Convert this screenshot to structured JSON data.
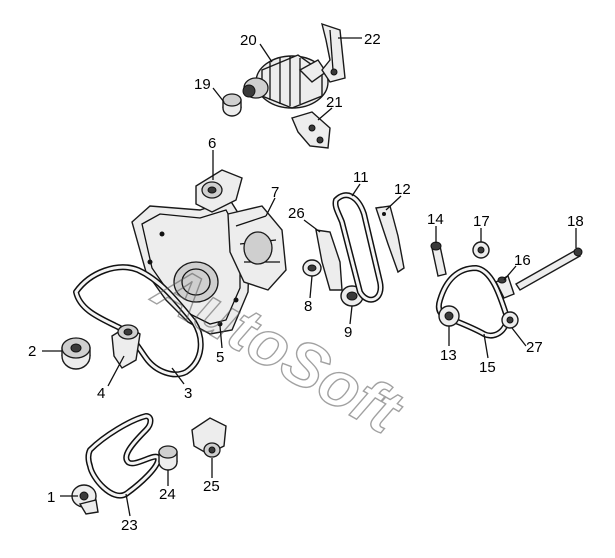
{
  "diagram": {
    "watermark_text": "AutoSoft",
    "callouts": [
      {
        "id": "c1",
        "label": "1"
      },
      {
        "id": "c2",
        "label": "2"
      },
      {
        "id": "c3",
        "label": "3"
      },
      {
        "id": "c4",
        "label": "4"
      },
      {
        "id": "c5",
        "label": "5"
      },
      {
        "id": "c6",
        "label": "6"
      },
      {
        "id": "c7",
        "label": "7"
      },
      {
        "id": "c8",
        "label": "8"
      },
      {
        "id": "c9",
        "label": "9"
      },
      {
        "id": "c11",
        "label": "11"
      },
      {
        "id": "c12",
        "label": "12"
      },
      {
        "id": "c13",
        "label": "13"
      },
      {
        "id": "c14",
        "label": "14"
      },
      {
        "id": "c15",
        "label": "15"
      },
      {
        "id": "c16",
        "label": "16"
      },
      {
        "id": "c17",
        "label": "17"
      },
      {
        "id": "c18",
        "label": "18"
      },
      {
        "id": "c19",
        "label": "19"
      },
      {
        "id": "c20",
        "label": "20"
      },
      {
        "id": "c21",
        "label": "21"
      },
      {
        "id": "c22",
        "label": "22"
      },
      {
        "id": "c23",
        "label": "23"
      },
      {
        "id": "c24",
        "label": "24"
      },
      {
        "id": "c25",
        "label": "25"
      },
      {
        "id": "c26",
        "label": "26"
      },
      {
        "id": "c27",
        "label": "27"
      }
    ]
  }
}
